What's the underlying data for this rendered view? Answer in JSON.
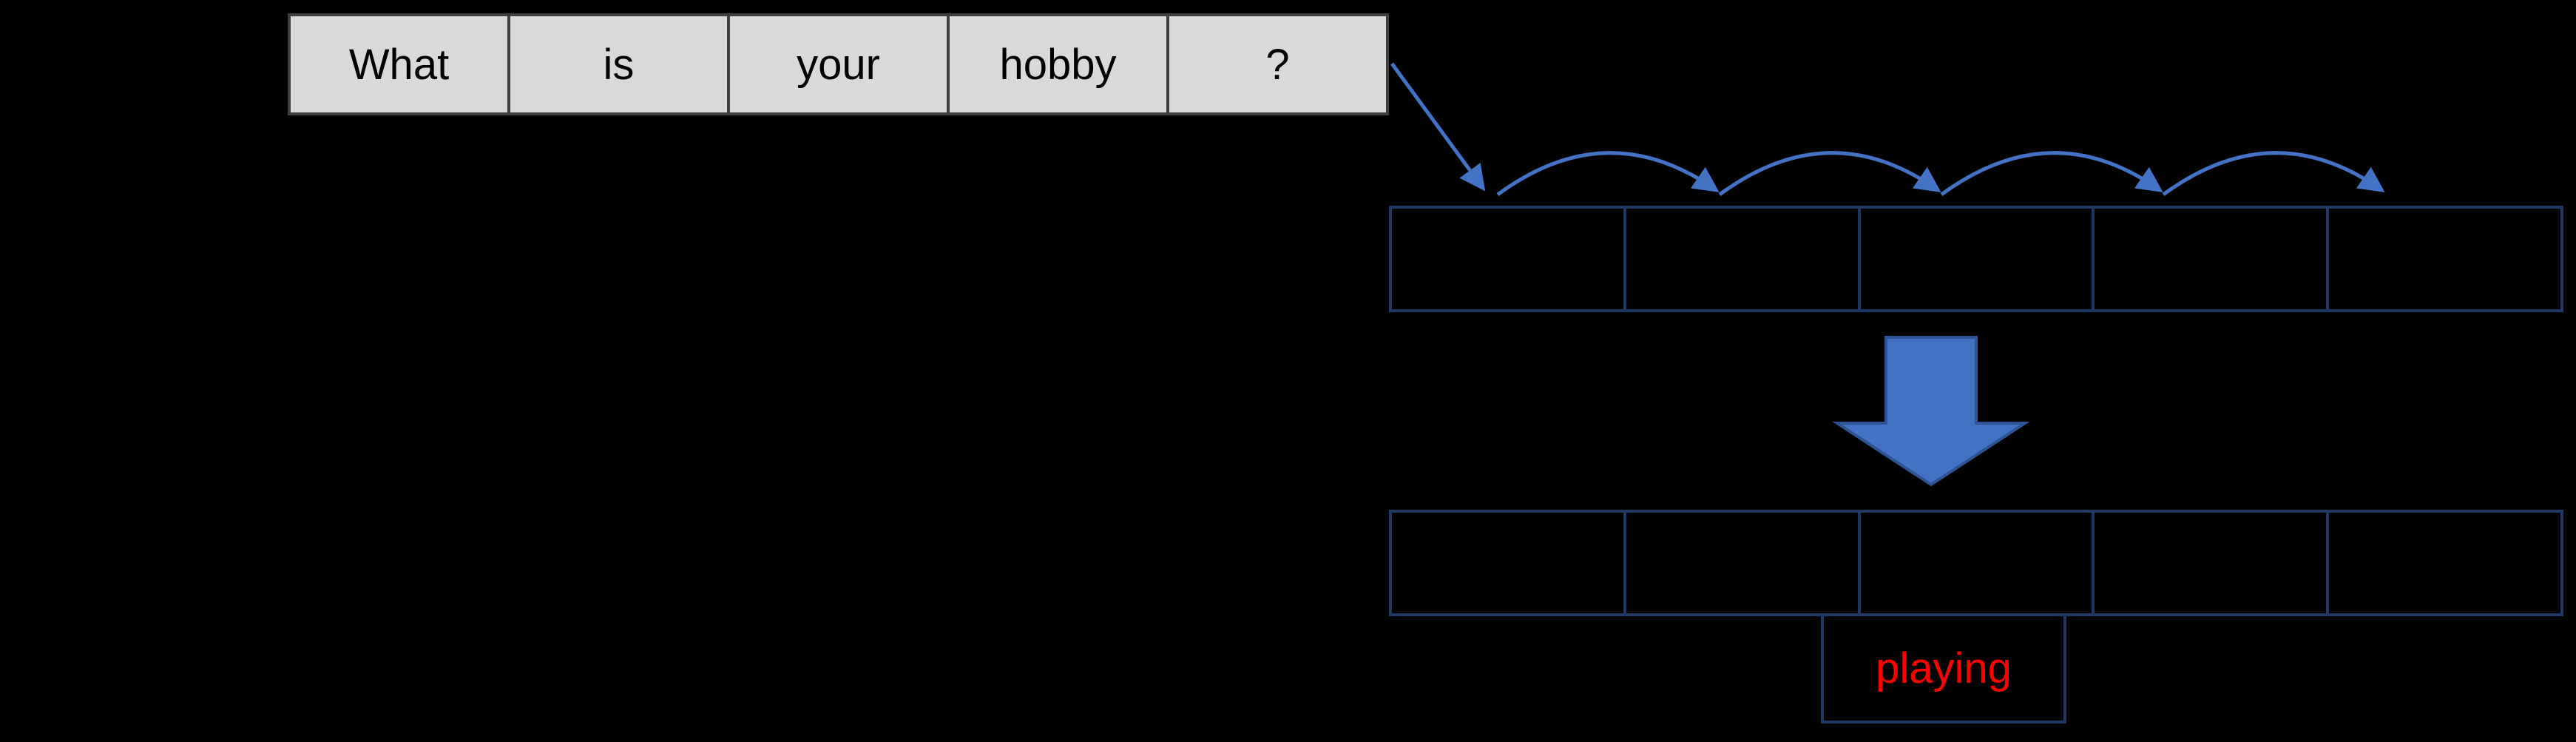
{
  "background": "#000000",
  "input_sentence": {
    "tokens": [
      "What",
      "is",
      "your",
      "hobby",
      "?"
    ],
    "fill": "#d9d9d9",
    "text_color": "#000000",
    "border_color": "#3f3f3f"
  },
  "sequence_rows": {
    "top": {
      "cell_count": 5
    },
    "bottom": {
      "cell_count": 5
    },
    "border_color": "#1f3864"
  },
  "arrows": {
    "color": "#4472c4",
    "hop_count": 4
  },
  "down_arrow": {
    "fill": "#4472c4",
    "outline": "#2f5496"
  },
  "output": {
    "word": "playing",
    "text_color": "#ff0000",
    "border_color": "#1f3864"
  }
}
